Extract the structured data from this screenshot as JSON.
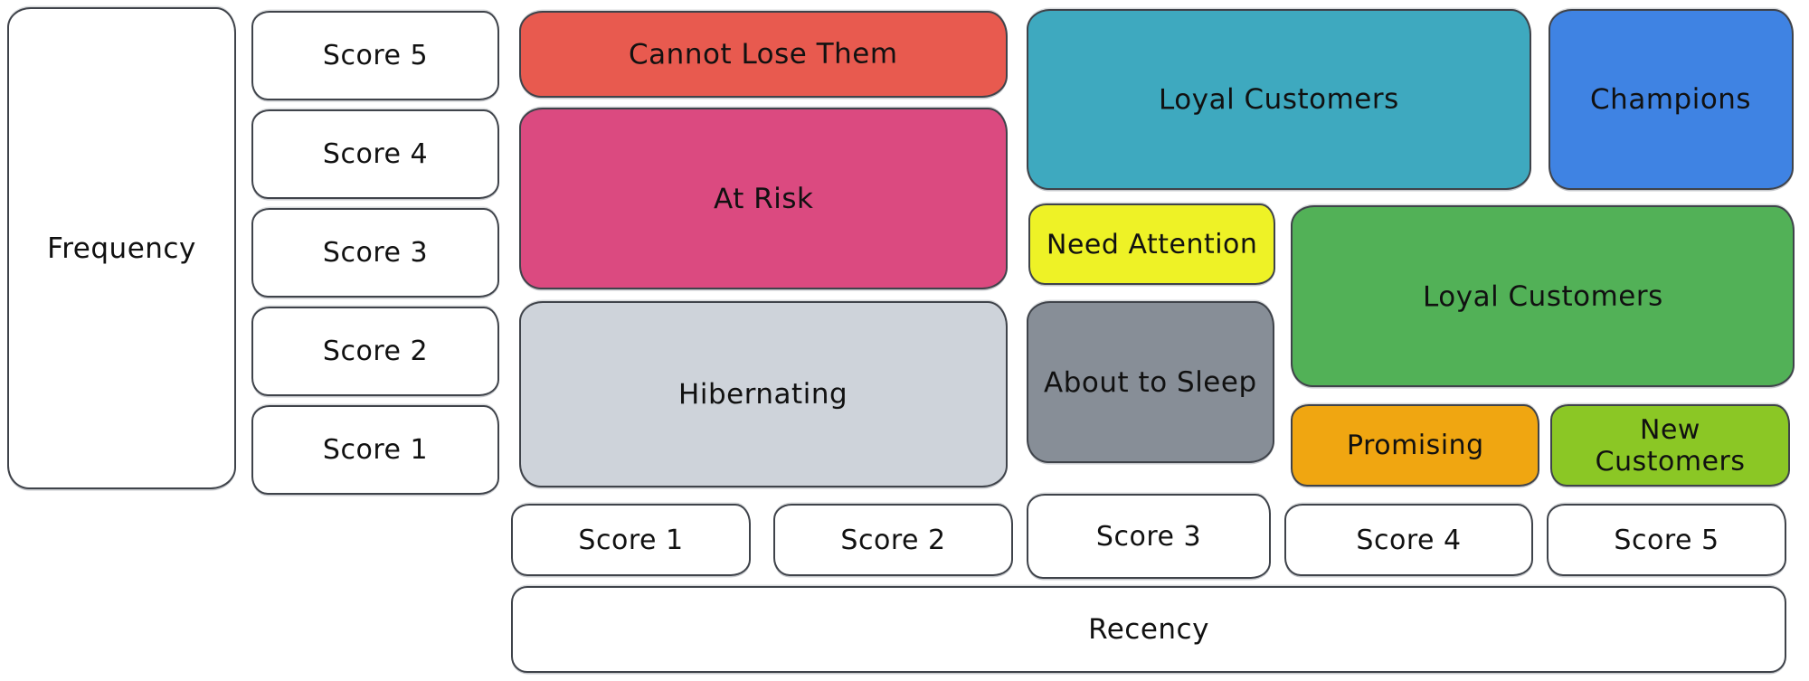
{
  "canvas": {
    "background": "#ffffff",
    "stroke_color": "#3f434a",
    "text_color": "#111111"
  },
  "frequency_axis": {
    "label": "Frequency",
    "scores": [
      "Score 5",
      "Score 4",
      "Score 3",
      "Score 2",
      "Score 1"
    ]
  },
  "recency_axis": {
    "label": "Recency",
    "scores": [
      "Score 1",
      "Score 2",
      "Score 3",
      "Score 4",
      "Score 5"
    ]
  },
  "segments": [
    {
      "name": "cannot-lose-them",
      "label": "Cannot Lose Them",
      "fill": "#e85a4f",
      "recency_scores": "1-2",
      "frequency_scores": "5"
    },
    {
      "name": "at-risk",
      "label": "At Risk",
      "fill": "#db4a80",
      "recency_scores": "1-2",
      "frequency_scores": "3-4"
    },
    {
      "name": "hibernating",
      "label": "Hibernating",
      "fill": "#ced3da",
      "recency_scores": "1-2",
      "frequency_scores": "1-2"
    },
    {
      "name": "loyal-customers-top",
      "label": "Loyal Customers",
      "fill": "#3ea9bf",
      "recency_scores": "3-4",
      "frequency_scores": "4-5"
    },
    {
      "name": "champions",
      "label": "Champions",
      "fill": "#3f83e3",
      "recency_scores": "5",
      "frequency_scores": "4-5"
    },
    {
      "name": "need-attention",
      "label": "Need Attention",
      "fill": "#eef226",
      "recency_scores": "3",
      "frequency_scores": "3"
    },
    {
      "name": "about-to-sleep",
      "label": "About to Sleep",
      "fill": "#878e97",
      "recency_scores": "3",
      "frequency_scores": "1-2"
    },
    {
      "name": "loyal-customers-mid",
      "label": "Loyal Customers",
      "fill": "#52b157",
      "recency_scores": "4-5",
      "frequency_scores": "2-3"
    },
    {
      "name": "promising",
      "label": "Promising",
      "fill": "#f0a611",
      "recency_scores": "4",
      "frequency_scores": "1"
    },
    {
      "name": "new-customers",
      "label": "New Customers",
      "fill": "#8bc725",
      "recency_scores": "5",
      "frequency_scores": "1"
    }
  ]
}
